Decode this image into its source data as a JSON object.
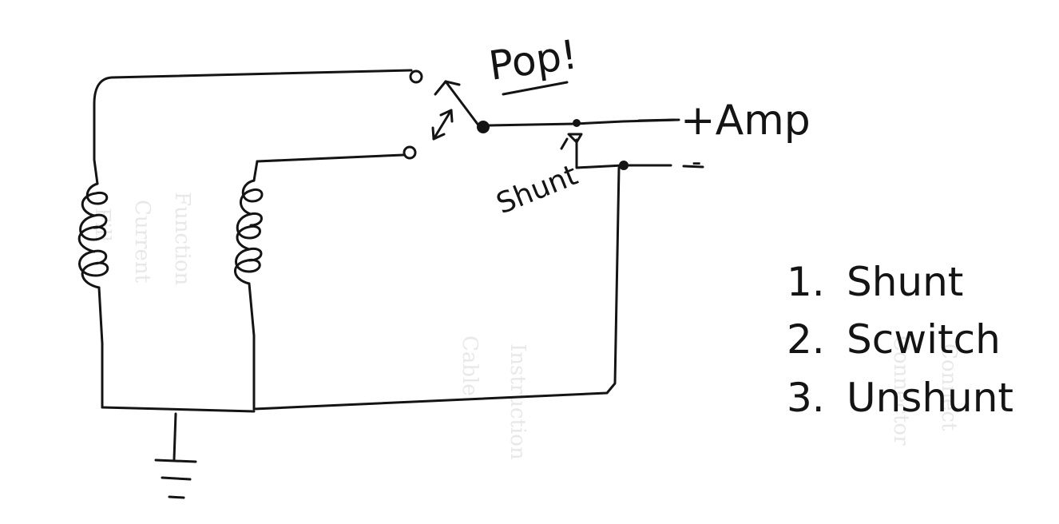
{
  "diagram": {
    "pop_label": "Pop!",
    "shunt_label": "Shunt",
    "amp_plus_label": "+Amp",
    "amp_minus_label": "-",
    "steps": [
      {
        "number": "1.",
        "text": "Shunt"
      },
      {
        "number": "2.",
        "text": "Scwitch"
      },
      {
        "number": "3.",
        "text": "Unshunt"
      }
    ]
  },
  "colors": {
    "ink": "#141414",
    "paper": "#ffffff",
    "bleed_through": "#e6e6e6"
  }
}
